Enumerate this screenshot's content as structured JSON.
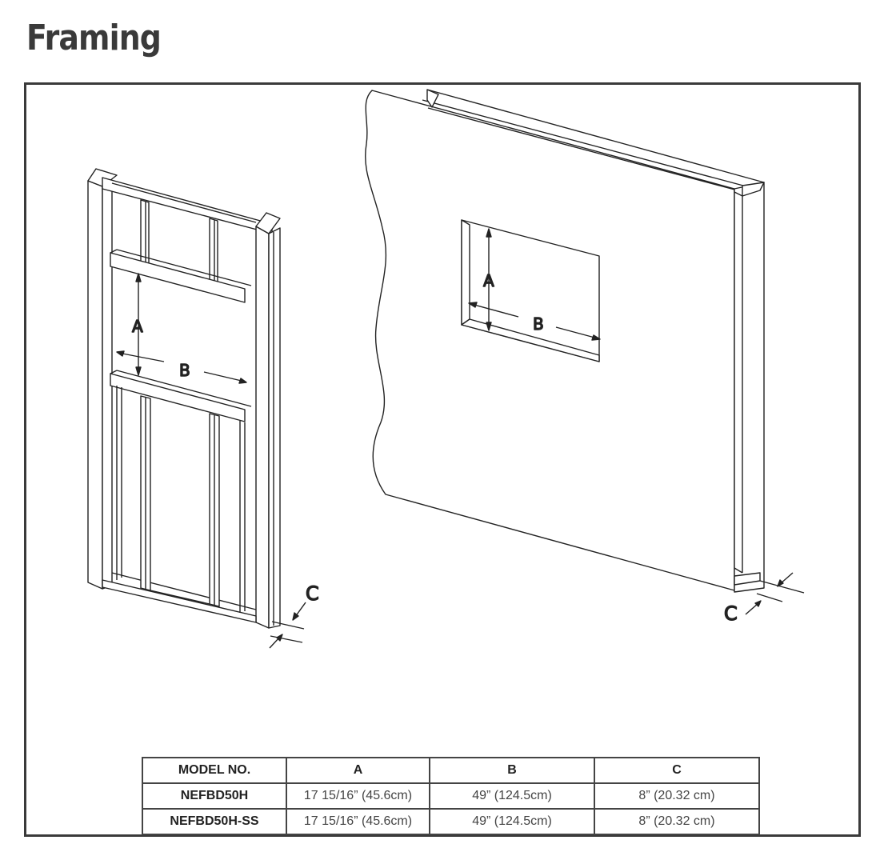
{
  "page": {
    "title": "Framing"
  },
  "diagram": {
    "left_figure": {
      "labels": {
        "a": "A",
        "b": "B",
        "c": "C"
      }
    },
    "right_figure": {
      "labels": {
        "a": "A",
        "b": "B",
        "c": "C"
      }
    }
  },
  "table": {
    "headers": [
      "MODEL NO.",
      "A",
      "B",
      "C"
    ],
    "rows": [
      {
        "model": "NEFBD50H",
        "a": "17 15/16” (45.6cm)",
        "b": "49” (124.5cm)",
        "c": "8” (20.32 cm)"
      },
      {
        "model": "NEFBD50H-SS",
        "a": "17 15/16” (45.6cm)",
        "b": "49” (124.5cm)",
        "c": "8” (20.32 cm)"
      }
    ]
  }
}
